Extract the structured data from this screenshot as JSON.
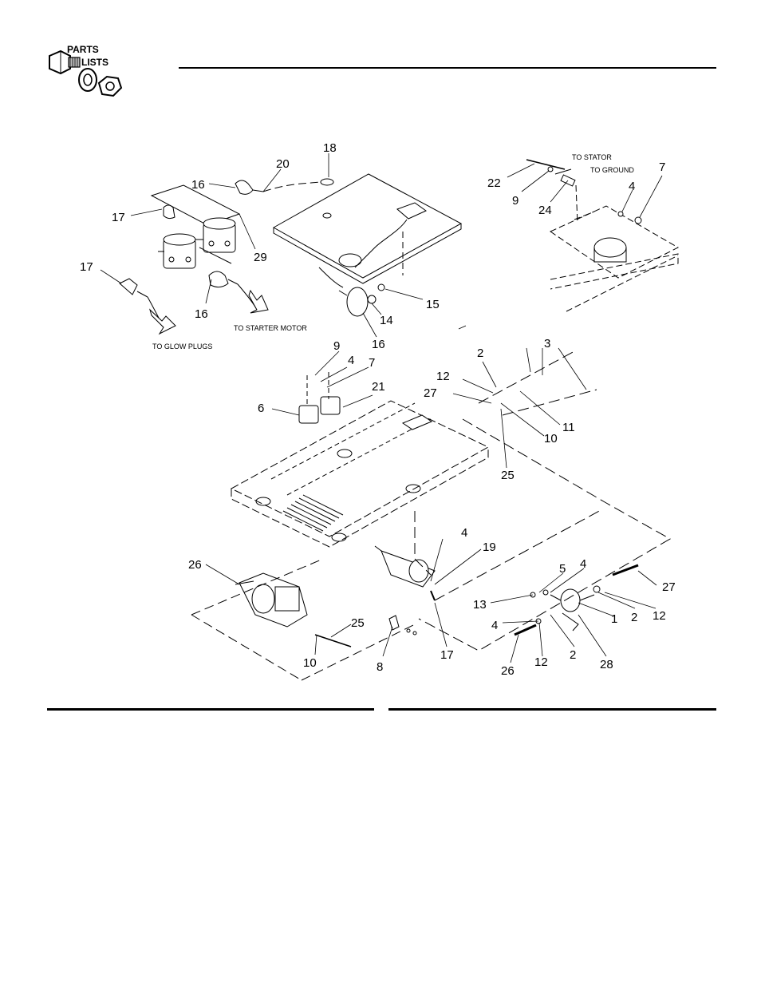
{
  "header": {
    "logo_line1": "PARTS",
    "logo_line2": "LISTS"
  },
  "notes": {
    "glow_plugs": "TO GLOW PLUGS",
    "starter_motor": "TO STARTER MOTOR",
    "stator": "TO STATOR",
    "ground": "TO GROUND"
  },
  "callouts": {
    "n18": "18",
    "n20": "20",
    "n16a": "16",
    "n17a": "17",
    "n29": "29",
    "n17b": "17",
    "n16b": "16",
    "n16c": "16",
    "n14": "14",
    "n15": "15",
    "n22": "22",
    "n9a": "9",
    "n24": "24",
    "n4a": "4",
    "n7a": "7",
    "n9b": "9",
    "n4b": "4",
    "n7b": "7",
    "n6": "6",
    "n21": "21",
    "n2a": "2",
    "n3": "3",
    "n12a": "12",
    "n27a": "27",
    "n11": "11",
    "n10a": "10",
    "n25a": "25",
    "n4c": "4",
    "n19": "19",
    "n26a": "26",
    "n25b": "25",
    "n10b": "10",
    "n8": "8",
    "n17c": "17",
    "n5": "5",
    "n4d": "4",
    "n27b": "27",
    "n13": "13",
    "n4e": "4",
    "n1": "1",
    "n2b": "2",
    "n12b": "12",
    "n2c": "2",
    "n28": "28",
    "n26b": "26",
    "n12c": "12"
  }
}
